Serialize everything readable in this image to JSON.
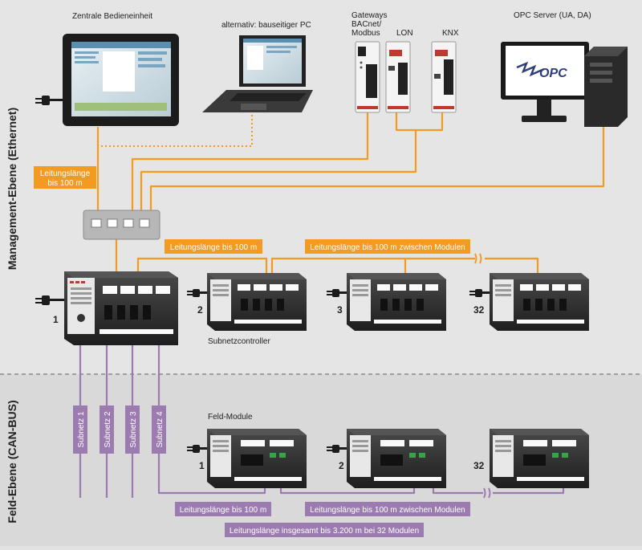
{
  "bands": {
    "management": {
      "label": "Management-Ebene (Ethernet)",
      "color": "#e4e4e4"
    },
    "field": {
      "label": "Feld-Ebene (CAN-BUS)",
      "color": "#d8d8d8"
    }
  },
  "devices": {
    "panel": {
      "label": "Zentrale Bedieneinheit"
    },
    "laptop": {
      "label": "alternativ: bauseitiger PC"
    },
    "gateways": {
      "label_lines": [
        "Gateways",
        "BACnet/",
        "Modbus"
      ],
      "lon": "LON",
      "knx": "KNX"
    },
    "opc": {
      "label": "OPC Server (UA, DA)",
      "logo": "OPC"
    }
  },
  "labels": {
    "subnet_controller": "Subnetzcontroller",
    "field_modules": "Feld-Module"
  },
  "tags": {
    "cable_100": [
      "Leitungslänge",
      "bis 100 m"
    ],
    "ctrl_100": "Leitungslänge bis 100 m",
    "ctrl_between": "Leitungslänge bis 100 m zwischen Modulen",
    "field_100": "Leitungslänge bis 100 m",
    "field_between": "Leitungslänge bis 100 m zwischen Modulen",
    "field_total": "Leitungslänge insgesamt bis 3.200 m bei 32 Modulen"
  },
  "controllers": [
    "1",
    "2",
    "3",
    "32"
  ],
  "field_module_numbers": [
    "1",
    "2",
    "32"
  ],
  "subnets": [
    "Subnetz 1",
    "Subnetz 2",
    "Subnetz 3",
    "Subnetz 4"
  ],
  "colors": {
    "ethernet": "#f39a20",
    "canbus": "#9c7bb0",
    "module": "#2b2b2b",
    "text": "#222222"
  }
}
